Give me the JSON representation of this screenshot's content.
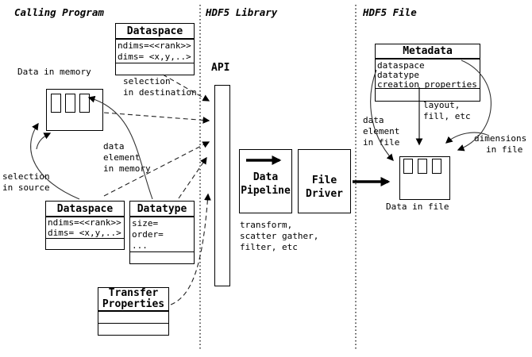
{
  "diagram": {
    "sections": {
      "calling_program": "Calling Program",
      "hdf5_library": "HDF5 Library",
      "hdf5_file": "HDF5 File"
    },
    "api_label": "API",
    "boxes": {
      "dataspace_dest": {
        "title": "Dataspace",
        "rows": [
          "ndims=<<rank>>",
          "dims= <x,y,..>"
        ]
      },
      "dataspace_src": {
        "title": "Dataspace",
        "rows": [
          "ndims=<<rank>>",
          "dims= <x,y,..>"
        ]
      },
      "datatype": {
        "title": "Datatype",
        "rows": [
          "size=",
          "order=",
          "..."
        ]
      },
      "transfer_properties": {
        "title_lines": [
          "Transfer",
          "Properties"
        ]
      },
      "metadata": {
        "title": "Metadata",
        "rows": [
          "dataspace",
          "datatype",
          "creation properties"
        ]
      },
      "data_pipeline": {
        "title_lines": [
          "Data",
          "Pipeline"
        ]
      },
      "file_driver": {
        "title_lines": [
          "File",
          "Driver"
        ]
      }
    },
    "labels": {
      "data_in_memory": "Data in memory",
      "data_in_file": "Data in file",
      "selection_in_destination": [
        "selection",
        "in destination"
      ],
      "data_element_in_memory": [
        "data",
        "element",
        "in memory"
      ],
      "selection_in_source": [
        "selection",
        "in source"
      ],
      "pipeline_ops": [
        "transform,",
        "scatter gather,",
        "filter, etc"
      ],
      "layout_fill": [
        "layout,",
        "fill, etc"
      ],
      "data_element_in_file": [
        "data",
        "element",
        "in file"
      ],
      "dimensions_in_file": [
        "dimensions",
        "in file"
      ]
    },
    "colors": {
      "line": "#000000",
      "background": "#ffffff"
    }
  }
}
